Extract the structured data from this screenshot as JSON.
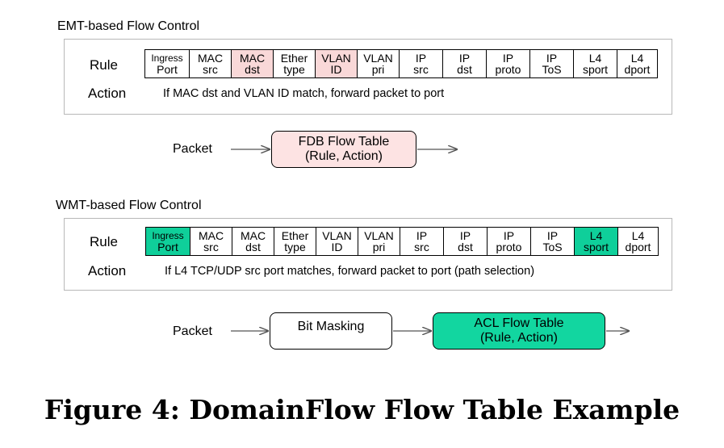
{
  "emt": {
    "title": "EMT-based Flow Control",
    "rule_label": "Rule",
    "action_label": "Action",
    "action_text": "If MAC dst and VLAN ID match, forward packet to port",
    "fields": [
      {
        "l1": "Ingress",
        "l2": "Port"
      },
      {
        "l1": "MAC",
        "l2": "src"
      },
      {
        "l1": "MAC",
        "l2": "dst",
        "highlight": "#f9d8d8"
      },
      {
        "l1": "Ether",
        "l2": "type"
      },
      {
        "l1": "VLAN",
        "l2": "ID",
        "highlight": "#f9d8d8"
      },
      {
        "l1": "VLAN",
        "l2": "pri"
      },
      {
        "l1": "IP",
        "l2": "src"
      },
      {
        "l1": "IP",
        "l2": "dst"
      },
      {
        "l1": "IP",
        "l2": "proto"
      },
      {
        "l1": "IP",
        "l2": "ToS"
      },
      {
        "l1": "L4",
        "l2": "sport"
      },
      {
        "l1": "L4",
        "l2": "dport"
      }
    ],
    "packet_label": "Packet",
    "table_line1": "FDB Flow Table",
    "table_line2": "(Rule, Action)",
    "table_color": "#fde3e3"
  },
  "wmt": {
    "title": "WMT-based Flow Control",
    "rule_label": "Rule",
    "action_label": "Action",
    "action_text": "If L4 TCP/UDP src port matches, forward packet to port (path selection)",
    "fields": [
      {
        "l1": "Ingress",
        "l2": "Port",
        "highlight": "#0fcf9a"
      },
      {
        "l1": "MAC",
        "l2": "src"
      },
      {
        "l1": "MAC",
        "l2": "dst"
      },
      {
        "l1": "Ether",
        "l2": "type"
      },
      {
        "l1": "VLAN",
        "l2": "ID"
      },
      {
        "l1": "VLAN",
        "l2": "pri"
      },
      {
        "l1": "IP",
        "l2": "src"
      },
      {
        "l1": "IP",
        "l2": "dst"
      },
      {
        "l1": "IP",
        "l2": "proto"
      },
      {
        "l1": "IP",
        "l2": "ToS"
      },
      {
        "l1": "L4",
        "l2": "sport",
        "highlight": "#0fcf9a"
      },
      {
        "l1": "L4",
        "l2": "dport"
      }
    ],
    "packet_label": "Packet",
    "masking_label": "Bit Masking",
    "table_line1": "ACL Flow Table",
    "table_line2": "(Rule, Action)",
    "table_color": "#12d6a0"
  },
  "caption": "Figure 4: DomainFlow Flow Table Example"
}
